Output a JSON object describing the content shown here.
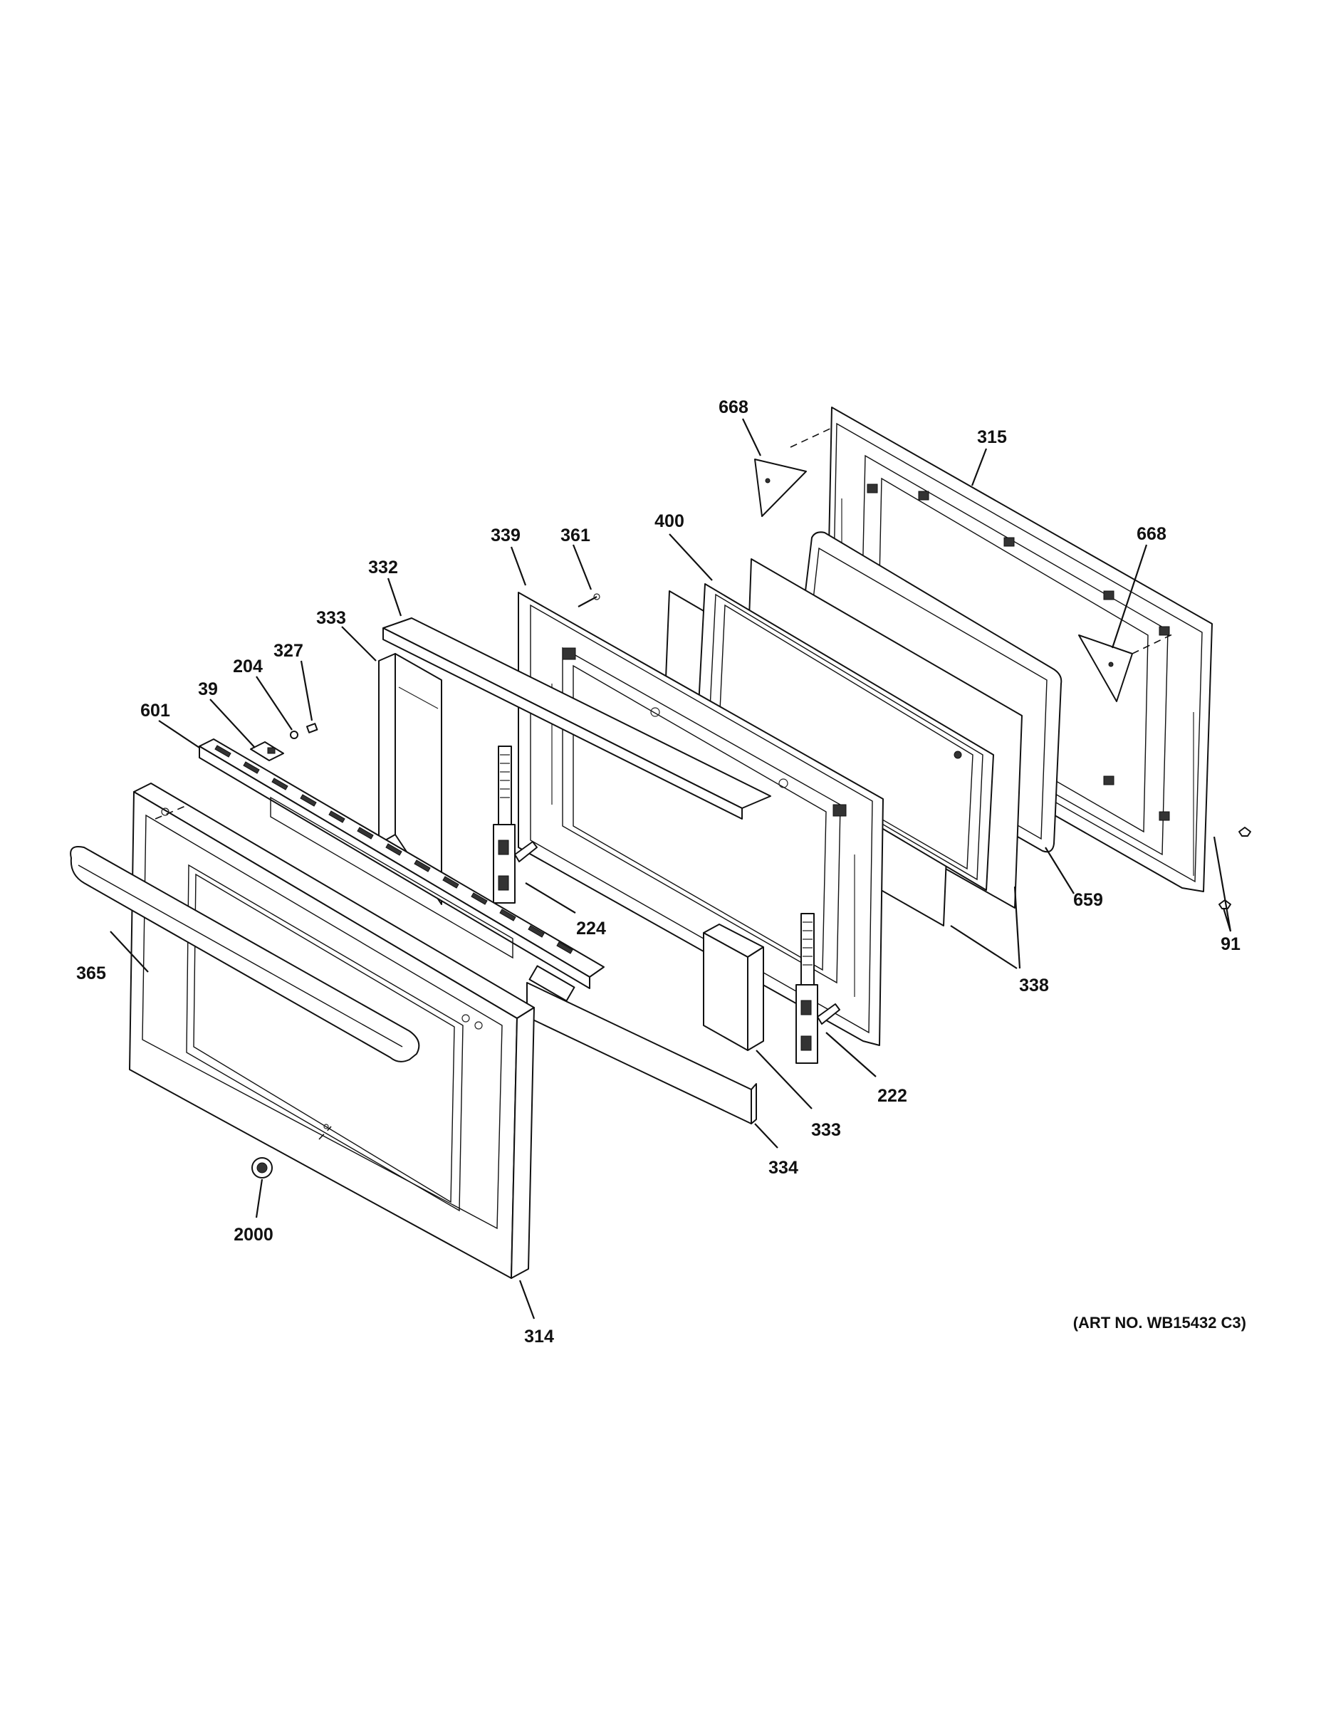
{
  "art_number": "(ART NO. WB15432 C3)",
  "callouts": {
    "c668a": "668",
    "c315": "315",
    "c668b": "668",
    "c339": "339",
    "c361": "361",
    "c400": "400",
    "c332": "332",
    "c333a": "333",
    "c327": "327",
    "c204": "204",
    "c39": "39",
    "c601": "601",
    "c659": "659",
    "c91": "91",
    "c224": "224",
    "c338": "338",
    "c365": "365",
    "c222": "222",
    "c333b": "333",
    "c334": "334",
    "c2000": "2000",
    "c314": "314"
  }
}
